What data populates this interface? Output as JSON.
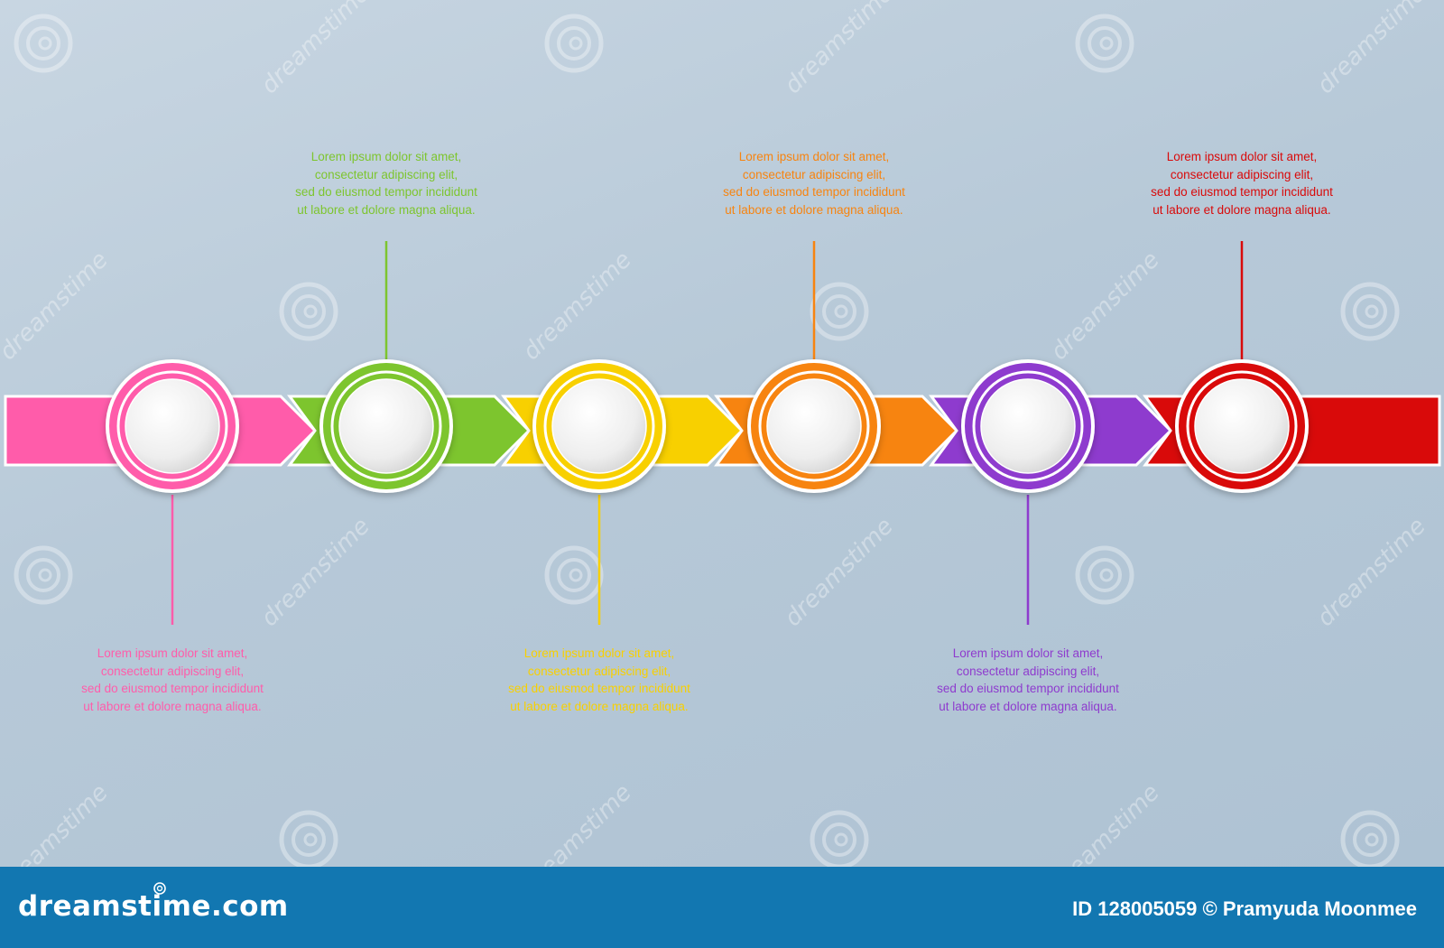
{
  "diagram": {
    "type": "timeline-infographic",
    "steps": [
      {
        "color": "#ff5caa",
        "caption_position": "below",
        "caption": [
          "Lorem ipsum dolor sit amet,",
          "consectetur adipiscing elit,",
          "sed do eiusmod tempor incididunt",
          "ut labore et dolore magna aliqua."
        ]
      },
      {
        "color": "#7dc52e",
        "caption_position": "above",
        "caption": [
          "Lorem ipsum dolor sit amet,",
          "consectetur adipiscing elit,",
          "sed do eiusmod tempor incididunt",
          "ut labore et dolore magna aliqua."
        ]
      },
      {
        "color": "#f8d000",
        "caption_position": "below",
        "caption": [
          "Lorem ipsum dolor sit amet,",
          "consectetur adipiscing elit,",
          "sed do eiusmod tempor incididunt",
          "ut labore et dolore magna aliqua."
        ]
      },
      {
        "color": "#f78410",
        "caption_position": "above",
        "caption": [
          "Lorem ipsum dolor sit amet,",
          "consectetur adipiscing elit,",
          "sed do eiusmod tempor incididunt",
          "ut labore et dolore magna aliqua."
        ]
      },
      {
        "color": "#8e3bce",
        "caption_position": "below",
        "caption": [
          "Lorem ipsum dolor sit amet,",
          "consectetur adipiscing elit,",
          "sed do eiusmod tempor incididunt",
          "ut labore et dolore magna aliqua."
        ]
      },
      {
        "color": "#d90a0a",
        "caption_position": "above",
        "caption": [
          "Lorem ipsum dolor sit amet,",
          "consectetur adipiscing elit,",
          "sed do eiusmod tempor incididunt",
          "ut labore et dolore magna aliqua."
        ]
      }
    ]
  },
  "watermark": {
    "text": "dreamstime",
    "icon": "spiral-icon"
  },
  "footer": {
    "brand": "dreamstime.com",
    "credit": "ID 128005059 © Pramyuda Moonmee",
    "background": "#1277b1"
  }
}
